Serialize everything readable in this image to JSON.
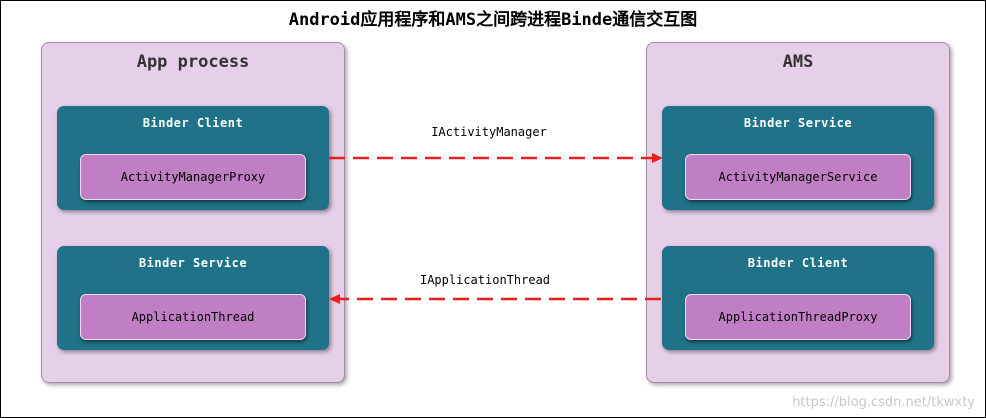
{
  "title": "Android应用程序和AMS之间跨进程Binde通信交互图",
  "left_process": {
    "label": "App process",
    "top_box": {
      "label": "Binder Client",
      "object": "ActivityManagerProxy"
    },
    "bottom_box": {
      "label": "Binder Service",
      "object": "ApplicationThread"
    }
  },
  "right_process": {
    "label": "AMS",
    "top_box": {
      "label": "Binder Service",
      "object": "ActivityManagerService"
    },
    "bottom_box": {
      "label": "Binder Client",
      "object": "ApplicationThreadProxy"
    }
  },
  "interfaces": {
    "top": "IActivityManager",
    "bottom": "IApplicationThread"
  },
  "watermark": "https://blog.csdn.net/tkwxty",
  "colors": {
    "process_fill": "#e6cfe8",
    "binder_fill": "#1f7287",
    "object_fill": "#c07ec4",
    "arrow": "#e8201c"
  }
}
